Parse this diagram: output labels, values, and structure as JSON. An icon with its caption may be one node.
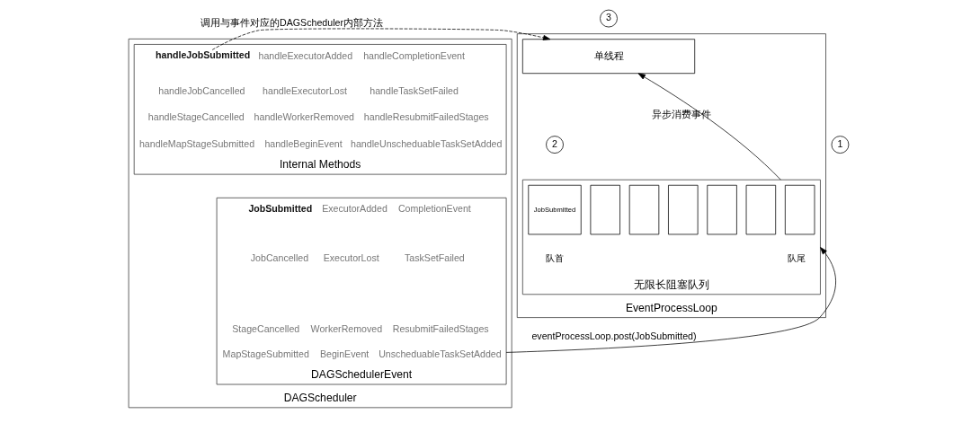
{
  "diagram": {
    "nodes": [
      {
        "text": [
          "DAGScheduler"
        ]
      },
      {
        "text": [
          "Internal Methods"
        ],
        "in": 0
      },
      {
        "text": [
          "handleJobSubmitted"
        ],
        "in": 1
      },
      {
        "text": [
          "handleExecutorAdded"
        ],
        "in": 1
      },
      {
        "text": [
          "handleCompletionEvent"
        ],
        "in": 1
      },
      {
        "text": [
          "handleJobCancelled"
        ],
        "in": 1
      },
      {
        "text": [
          "handleExecutorLost"
        ],
        "in": 1
      },
      {
        "text": [
          "handleTaskSetFailed"
        ],
        "in": 1
      },
      {
        "text": [
          "handleStageCancelled"
        ],
        "in": 1
      },
      {
        "text": [
          "handleWorkerRemoved"
        ],
        "in": 1
      },
      {
        "text": [
          "handleResubmitFailedStages"
        ],
        "in": 1
      },
      {
        "text": [
          "handleMapStageSubmitted"
        ],
        "in": 1
      },
      {
        "text": [
          "handleBeginEvent"
        ],
        "in": 1
      },
      {
        "text": [
          "handleUnscheduableTaskSetAdded"
        ],
        "in": 1
      },
      {
        "text": [
          "DAGSchedulerEvent"
        ],
        "in": 0
      },
      {
        "text": [
          "JobSubmitted"
        ],
        "in": 14
      },
      {
        "text": [
          "ExecutorAdded"
        ],
        "in": 14
      },
      {
        "text": [
          "CompletionEvent"
        ],
        "in": 14
      },
      {
        "text": [
          "JobCancelled"
        ],
        "in": 14
      },
      {
        "text": [
          "ExecutorLost"
        ],
        "in": 14
      },
      {
        "text": [
          "TaskSetFailed"
        ],
        "in": 14
      },
      {
        "text": [
          "StageCancelled"
        ],
        "in": 14
      },
      {
        "text": [
          "WorkerRemoved"
        ],
        "in": 14
      },
      {
        "text": [
          "ResubmitFailedStages"
        ],
        "in": 14
      },
      {
        "text": [
          "MapStageSubmitted"
        ],
        "in": 14
      },
      {
        "text": [
          "BeginEvent"
        ],
        "in": 14
      },
      {
        "text": [
          "UnscheduableTaskSetAdded"
        ],
        "in": 14
      },
      {
        "text": [
          "3"
        ]
      },
      {
        "text": [
          "1"
        ]
      },
      {
        "text": [
          "EventProcessLoop"
        ]
      },
      {
        "text": [
          "单线程"
        ],
        "in": 29
      },
      {
        "text": [
          "2"
        ],
        "in": 29
      },
      {
        "text": [
          "无限长阻塞队列"
        ],
        "beside": [
          "队首",
          "队尾"
        ],
        "in": 29
      },
      {
        "text": [
          "JobSubmitted"
        ],
        "in": 32
      },
      {
        "text": [],
        "shape": "box",
        "in": 32
      },
      {
        "text": [],
        "shape": "box",
        "in": 32
      },
      {
        "text": [],
        "shape": "box",
        "in": 32
      },
      {
        "text": [],
        "shape": "box",
        "in": 32
      },
      {
        "text": [],
        "shape": "box",
        "in": 32
      },
      {
        "text": [],
        "shape": "box",
        "in": 32
      }
    ],
    "edges": [
      {
        "from": 14,
        "to": 32,
        "arrow": "to",
        "label": "eventProcessLoop.post(JobSubmitted)"
      },
      {
        "from": 32,
        "to": 30,
        "arrow": "to",
        "label": "异步消费事件"
      },
      {
        "from": 2,
        "to": 30,
        "arrow": "to",
        "style": "dashed",
        "label": "调用与事件对应的DAGScheduler内部方法"
      }
    ]
  }
}
